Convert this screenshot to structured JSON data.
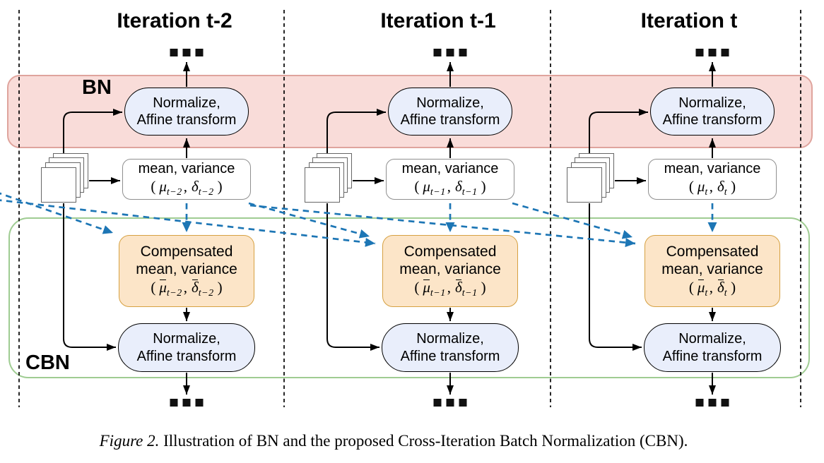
{
  "figure": {
    "bn_label": "BN",
    "cbn_label": "CBN",
    "columns": [
      {
        "title": "Iteration t-2",
        "bn_box": {
          "line1": "Normalize,",
          "line2": "Affine transform"
        },
        "stats_box": {
          "line1": "mean, variance",
          "open": "(",
          "mu": "μ",
          "mu_sub": "t−2",
          "comma": ",",
          "delta": "δ",
          "delta_sub": "t−2",
          "close": ")"
        },
        "comp_box": {
          "line1": "Compensated",
          "line2": "mean, variance",
          "open": "(",
          "mu": "μ",
          "mu_sub": "t−2",
          "comma": ",",
          "delta": "δ",
          "delta_sub": "t−2",
          "close": ")"
        },
        "cbn_box": {
          "line1": "Normalize,",
          "line2": "Affine transform"
        }
      },
      {
        "title": "Iteration t-1",
        "bn_box": {
          "line1": "Normalize,",
          "line2": "Affine transform"
        },
        "stats_box": {
          "line1": "mean, variance",
          "open": "(",
          "mu": "μ",
          "mu_sub": "t−1",
          "comma": ",",
          "delta": "δ",
          "delta_sub": "t−1",
          "close": ")"
        },
        "comp_box": {
          "line1": "Compensated",
          "line2": "mean, variance",
          "open": "(",
          "mu": "μ",
          "mu_sub": "t−1",
          "comma": ",",
          "delta": "δ",
          "delta_sub": "t−1",
          "close": ")"
        },
        "cbn_box": {
          "line1": "Normalize,",
          "line2": "Affine transform"
        }
      },
      {
        "title": "Iteration t",
        "bn_box": {
          "line1": "Normalize,",
          "line2": "Affine transform"
        },
        "stats_box": {
          "line1": "mean, variance",
          "open": "(",
          "mu": "μ",
          "mu_sub": "t",
          "comma": ",",
          "delta": "δ",
          "delta_sub": "t",
          "close": ")"
        },
        "comp_box": {
          "line1": "Compensated",
          "line2": "mean, variance",
          "open": "(",
          "mu": "μ",
          "mu_sub": "t",
          "comma": ",",
          "delta": "δ",
          "delta_sub": "t",
          "close": ")"
        },
        "cbn_box": {
          "line1": "Normalize,",
          "line2": "Affine transform"
        }
      }
    ],
    "caption": {
      "label": "Figure 2.",
      "text": " Illustration of BN and the proposed Cross-Iteration Batch Normalization (CBN)."
    },
    "colors": {
      "bn_region_fill": "#f9dcd9",
      "bn_region_border": "#dfa49d",
      "cbn_region_border": "#9fcc92",
      "normalize_box_fill": "#e9eefb",
      "stats_box_border": "#8f8f8f",
      "compensated_fill": "#fce5c8",
      "compensated_border": "#d6a142",
      "dashed_arrow_blue": "#1d76b5"
    }
  }
}
